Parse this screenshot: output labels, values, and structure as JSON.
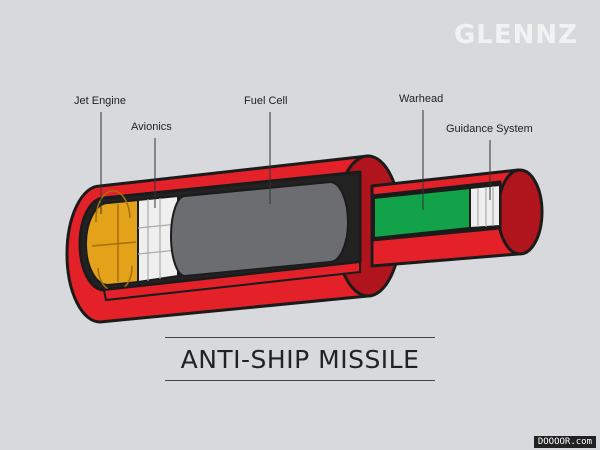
{
  "brand": "GLENNZ",
  "title": "ANTI-SHIP MISSILE",
  "labels": {
    "jet_engine": "Jet Engine",
    "avionics": "Avionics",
    "fuel_cell": "Fuel Cell",
    "warhead": "Warhead",
    "guidance_system": "Guidance System"
  },
  "site_badge": "DOOOOR.com",
  "colors": {
    "background": "#d8d9dc",
    "body_red": "#e42129",
    "body_dark_red": "#b0141c",
    "engine_orange": "#e3a21a",
    "fuel_gray": "#6c6d70",
    "warhead_green": "#11a24a",
    "avionics_light": "#efefef",
    "outline": "#1b1b1b"
  }
}
